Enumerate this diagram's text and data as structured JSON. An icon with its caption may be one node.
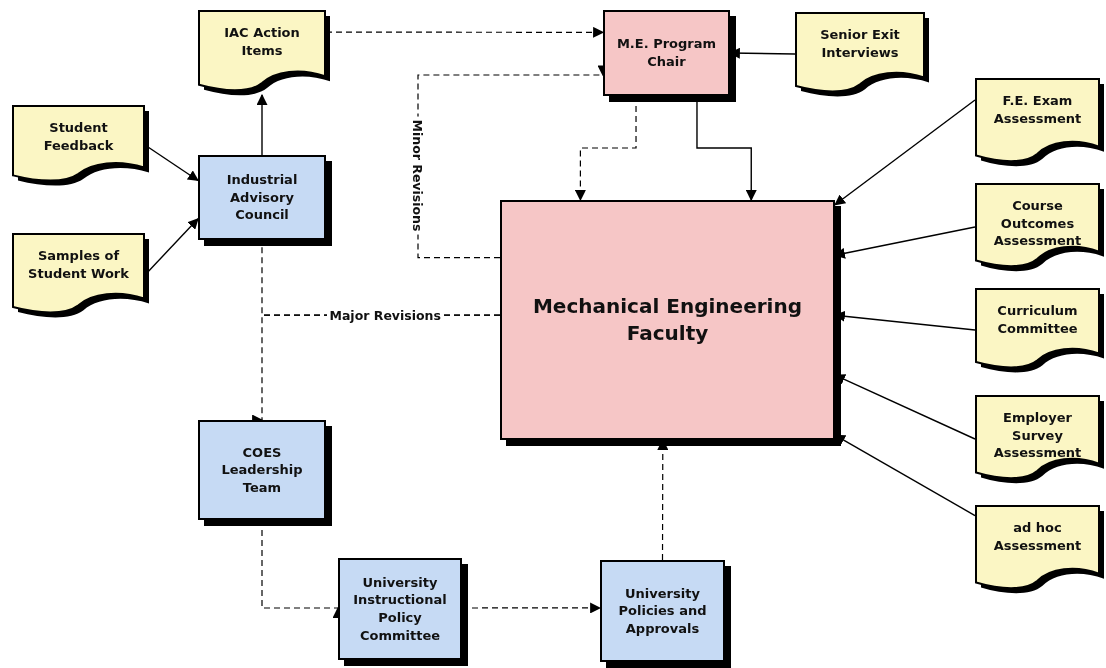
{
  "diagram": {
    "nodes": [
      {
        "text": [
          "IAC Action Items"
        ]
      },
      {
        "text": [
          "M.E. Program Chair"
        ]
      },
      {
        "text": [
          "Senior Exit Interviews"
        ]
      },
      {
        "text": [
          "Student Feedback"
        ]
      },
      {
        "text": [
          "Samples of Student Work"
        ]
      },
      {
        "text": [
          "Industrial Advisory Council"
        ]
      },
      {
        "text": [
          "F.E. Exam Assessment"
        ]
      },
      {
        "text": [
          "Course Outcomes Assessment"
        ]
      },
      {
        "text": [
          "Curriculum Committee"
        ]
      },
      {
        "text": [
          "Employer Survey Assessment"
        ]
      },
      {
        "text": [
          "ad hoc Assessment"
        ]
      },
      {
        "text": [
          "Mechanical Engineering Faculty"
        ]
      },
      {
        "text": [
          "COES Leadership Team"
        ]
      },
      {
        "text": [
          "University Instructional Policy Committee"
        ]
      },
      {
        "text": [
          "University Policies and Approvals"
        ]
      }
    ],
    "edges": [
      {
        "from": 5,
        "to": 0,
        "arrow": "to"
      },
      {
        "from": 0,
        "to": 1,
        "arrow": "to",
        "style": "dashed"
      },
      {
        "from": 2,
        "to": 1,
        "arrow": "to"
      },
      {
        "from": 3,
        "to": 5,
        "arrow": "to"
      },
      {
        "from": 4,
        "to": 5,
        "arrow": "to"
      },
      {
        "from": 1,
        "to": 11,
        "arrow": "to"
      },
      {
        "from": 1,
        "to": 11,
        "arrow": "to",
        "style": "dashed"
      },
      {
        "from": 11,
        "to": 1,
        "arrow": "to",
        "style": "dashed",
        "label": "Minor Revisions"
      },
      {
        "from": 11,
        "to": 5,
        "arrow": "to",
        "style": "dashed",
        "label": "Major Revisions"
      },
      {
        "from": 11,
        "to": 12,
        "arrow": "to",
        "style": "dashed"
      },
      {
        "from": 12,
        "to": 13,
        "arrow": "to",
        "style": "dashed"
      },
      {
        "from": 13,
        "to": 14,
        "arrow": "to",
        "style": "dashed"
      },
      {
        "from": 14,
        "to": 11,
        "arrow": "to",
        "style": "dashed"
      },
      {
        "from": 6,
        "to": 11,
        "arrow": "to"
      },
      {
        "from": 7,
        "to": 11,
        "arrow": "to"
      },
      {
        "from": 8,
        "to": 11,
        "arrow": "to"
      },
      {
        "from": 9,
        "to": 11,
        "arrow": "to"
      },
      {
        "from": 10,
        "to": 11,
        "arrow": "to"
      }
    ]
  }
}
